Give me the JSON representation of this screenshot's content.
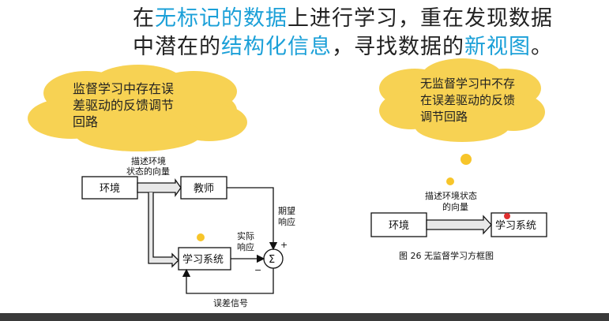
{
  "headline": {
    "line1": [
      {
        "text": "在",
        "hl": false
      },
      {
        "text": "无标记的数据",
        "hl": true
      },
      {
        "text": "上进行学习，重在发现数据",
        "hl": false
      }
    ],
    "line2": [
      {
        "text": "中潜在的",
        "hl": false
      },
      {
        "text": "结构化信息",
        "hl": true
      },
      {
        "text": "，寻找数据的",
        "hl": false
      },
      {
        "text": "新视图",
        "hl": true
      },
      {
        "text": "。",
        "hl": false
      }
    ],
    "highlight_color": "#1ba0d8"
  },
  "clouds": {
    "left": {
      "lines": [
        "监督学习中存在误",
        "差驱动的反馈调节",
        "回路"
      ]
    },
    "right": {
      "lines": [
        "无监督学习中不存",
        "在误差驱动的反馈",
        "调节回路"
      ]
    },
    "fill_color": "#f7d253"
  },
  "supervised_diagram": {
    "state_vector_label_1": "描述环境",
    "state_vector_label_2": "状态的向量",
    "env_box": "环境",
    "teacher_box": "教师",
    "learning_box": "学习系统",
    "expected_label_1": "期望",
    "expected_label_2": "响应",
    "actual_label_1": "实际",
    "actual_label_2": "响应",
    "sum_symbol": "Σ",
    "plus_sign": "+",
    "minus_sign": "−",
    "error_signal": "误差信号"
  },
  "unsupervised_diagram": {
    "state_vector_label_1": "描述环境状态",
    "state_vector_label_2": "的向量",
    "env_box": "环境",
    "learning_box": "学习系统",
    "caption": "图 26   无监督学习方框图"
  }
}
